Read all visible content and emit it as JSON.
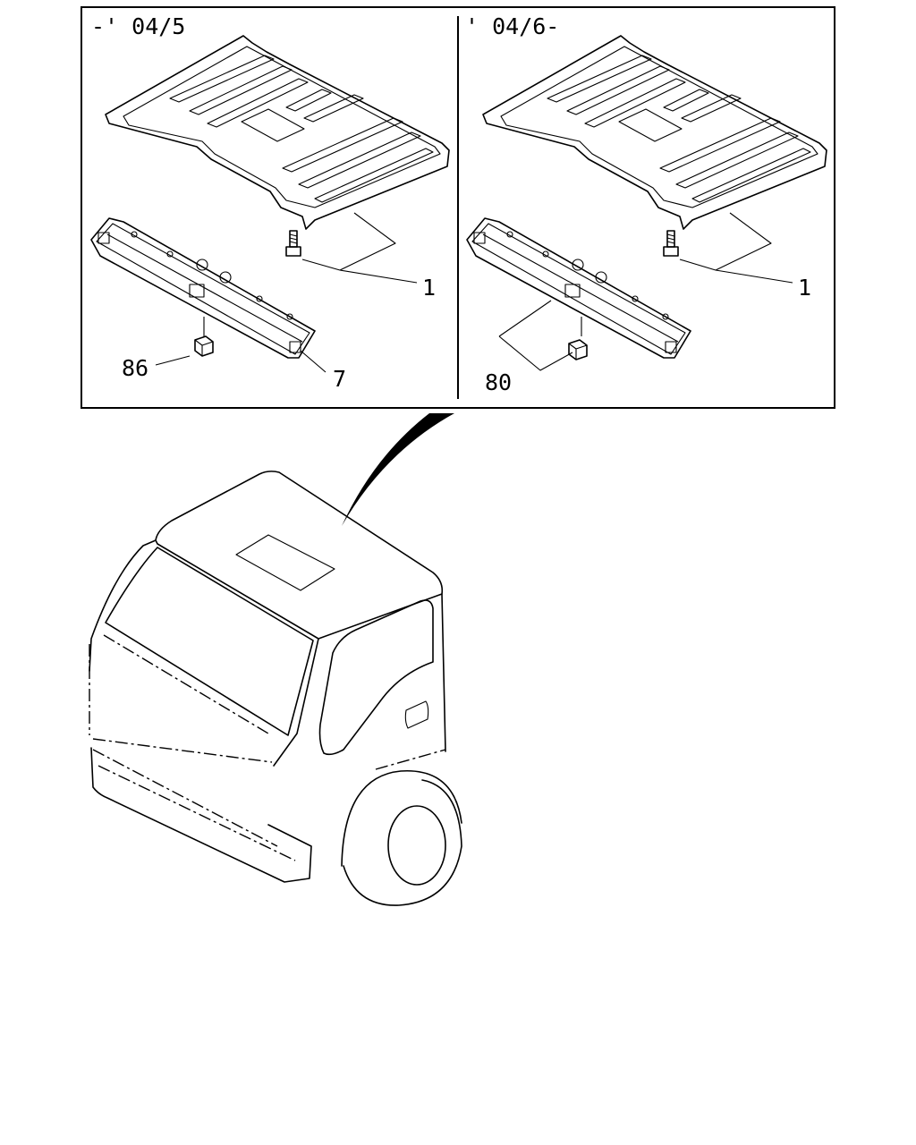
{
  "panels": {
    "left": {
      "period_label": "-' 04/5",
      "callouts": {
        "roof_lining": "1",
        "clip": "86",
        "trim_rail": "7"
      }
    },
    "right": {
      "period_label": "' 04/6-",
      "callouts": {
        "roof_lining": "1",
        "clip_kit": "80"
      }
    }
  },
  "icons": {
    "left_lining": "roof-lining-panel-icon",
    "right_lining": "roof-lining-panel-icon",
    "left_rail": "trim-rail-icon",
    "right_rail": "trim-rail-icon",
    "left_clip": "clip-icon",
    "right_clip": "clip-icon",
    "left_screw": "screw-icon",
    "right_screw": "screw-icon",
    "cab": "truck-cab-icon"
  }
}
